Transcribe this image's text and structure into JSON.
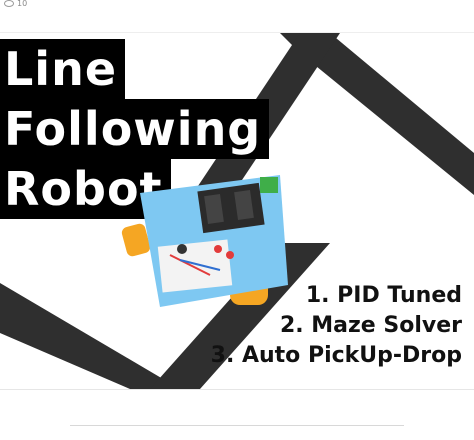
{
  "topbar": {
    "counter": "10",
    "views_icon": "eye-icon"
  },
  "thumbnail": {
    "title_lines": [
      "Line",
      "Following",
      "Robot"
    ],
    "features": [
      "1. PID Tuned",
      "2. Maze Solver",
      "3. Auto PickUp-Drop"
    ],
    "colors": {
      "track": "#2f2f2f",
      "robot_body": "#7ec8f2",
      "wheel": "#f5a623",
      "title_bg": "#000000",
      "title_text": "#ffffff"
    }
  }
}
